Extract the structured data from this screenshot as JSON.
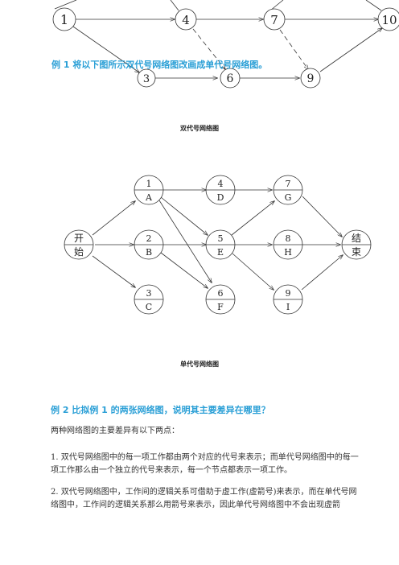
{
  "colors": {
    "heading": "#2a9fd6",
    "line": "#333333"
  },
  "activity_on_arrow": {
    "nodes": [
      "1",
      "4",
      "7",
      "10",
      "3",
      "6",
      "9"
    ],
    "caption": "双代号网络图"
  },
  "example1": {
    "text": "例 1  将以下图所示双代号网络图改画成单代号网络图。"
  },
  "activity_on_node": {
    "nodes": [
      {
        "top": "开",
        "bottom": "始"
      },
      {
        "top": "1",
        "bottom": "A"
      },
      {
        "top": "2",
        "bottom": "B"
      },
      {
        "top": "3",
        "bottom": "C"
      },
      {
        "top": "4",
        "bottom": "D"
      },
      {
        "top": "5",
        "bottom": "E"
      },
      {
        "top": "6",
        "bottom": "F"
      },
      {
        "top": "7",
        "bottom": "G"
      },
      {
        "top": "8",
        "bottom": "H"
      },
      {
        "top": "9",
        "bottom": "I"
      },
      {
        "top": "结",
        "bottom": "束"
      }
    ],
    "caption": "单代号网络图"
  },
  "example2": {
    "title": "例 2  比拟例 1 的两张网络图，说明其主要差异在哪里？",
    "intro": "两种网络图的主要差异有以下两点：",
    "point1": "1.  双代号网络图中的每一项工作都由两个对应的代号来表示；而单代号网络图中的每一项工作那么由一个独立的代号来表示，每一个节点都表示一项工作。",
    "point2": "2.  双代号网络图中，工作间的逻辑关系可借助于虚工作(虚箭号)来表示，而在单代号网络图中，工作间的逻辑关系那么用箭号来表示，因此单代号网络图中不会出现虚箭"
  }
}
